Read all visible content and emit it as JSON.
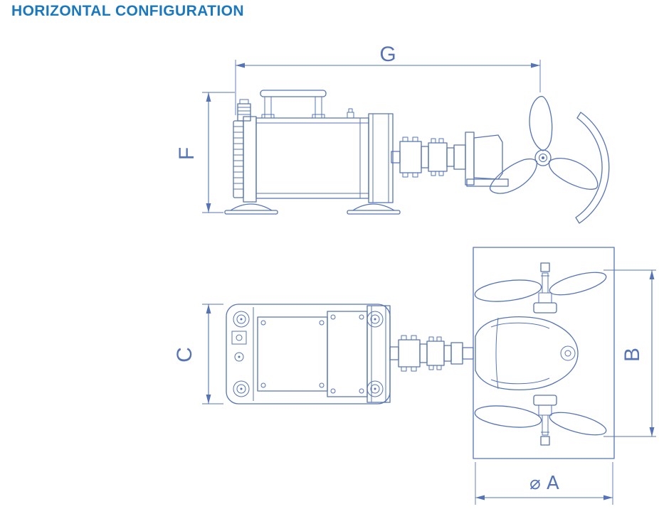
{
  "title": "HORIZONTAL CONFIGURATION",
  "colors": {
    "title_blue": "#1a78be",
    "drawing_blue": "#5574b8"
  },
  "dims": {
    "g": "G",
    "f": "F",
    "c": "C",
    "b": "B",
    "a": "⌀ A"
  }
}
